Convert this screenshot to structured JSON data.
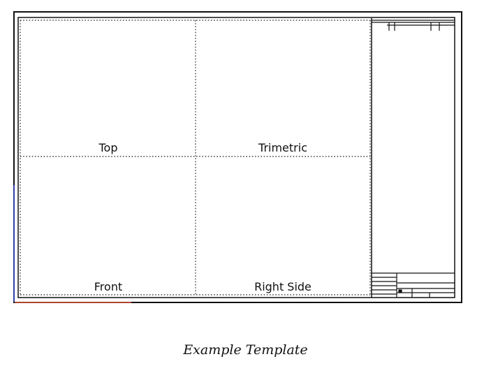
{
  "views": {
    "top": "Top",
    "trimetric": "Trimetric",
    "front": "Front",
    "right_side": "Right Side"
  },
  "caption": "Example Template",
  "colors": {
    "border": "#111111",
    "dotted_separator": "#444444",
    "left_edge_accent": "#3b4fd6",
    "bottom_edge_accent": "#e0553a"
  }
}
